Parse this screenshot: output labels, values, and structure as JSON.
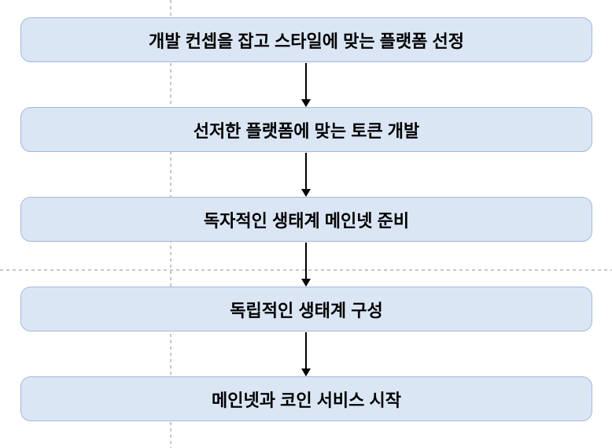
{
  "diagram": {
    "type": "flowchart",
    "direction": "top-down",
    "steps": [
      {
        "label": "개발 컨셉을 잡고 스타일에 맞는 플랫폼 선정"
      },
      {
        "label": "선저한 플랫폼에 맞는 토큰 개발"
      },
      {
        "label": "독자적인 생태계 메인넷 준비"
      },
      {
        "label": "독립적인 생태계 구성"
      },
      {
        "label": "메인넷과 코인 서비스 시작"
      }
    ],
    "connectors": [
      {
        "from": 0,
        "to": 1,
        "style": "arrow-down"
      },
      {
        "from": 1,
        "to": 2,
        "style": "arrow-down"
      },
      {
        "from": 2,
        "to": 3,
        "style": "arrow-down"
      },
      {
        "from": 3,
        "to": 4,
        "style": "arrow-down"
      }
    ],
    "colors": {
      "background": "#ffffff",
      "box_fill": "#dbe6f5",
      "box_border": "#a2b8d8",
      "text": "#000000",
      "arrow": "#000000",
      "guide_line": "#c7c7c7"
    }
  }
}
